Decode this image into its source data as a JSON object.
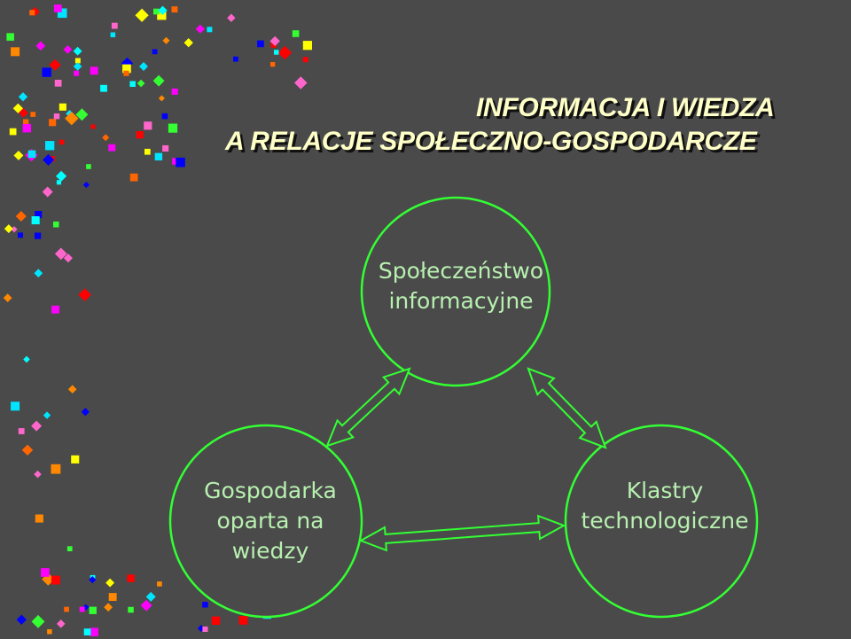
{
  "title": {
    "line1": "INFORMACJA I WIEDZA",
    "line2": "A RELACJE SPOŁECZNO-GOSPODARCZE"
  },
  "nodes": {
    "top": {
      "line1": "Społeczeństwo",
      "line2": "informacyjne"
    },
    "left": {
      "line1": "Gospodarka",
      "line2": "oparta na",
      "line3": "wiedzy"
    },
    "right": {
      "line1": "Klastry",
      "line2": "technologiczne"
    }
  },
  "colors": {
    "background": "#4a4a4a",
    "circle_fill": "#4a4a4a",
    "circle_stroke": "#33ff33",
    "label_text": "#b8f0b0",
    "title_text": "#ffffc8"
  }
}
